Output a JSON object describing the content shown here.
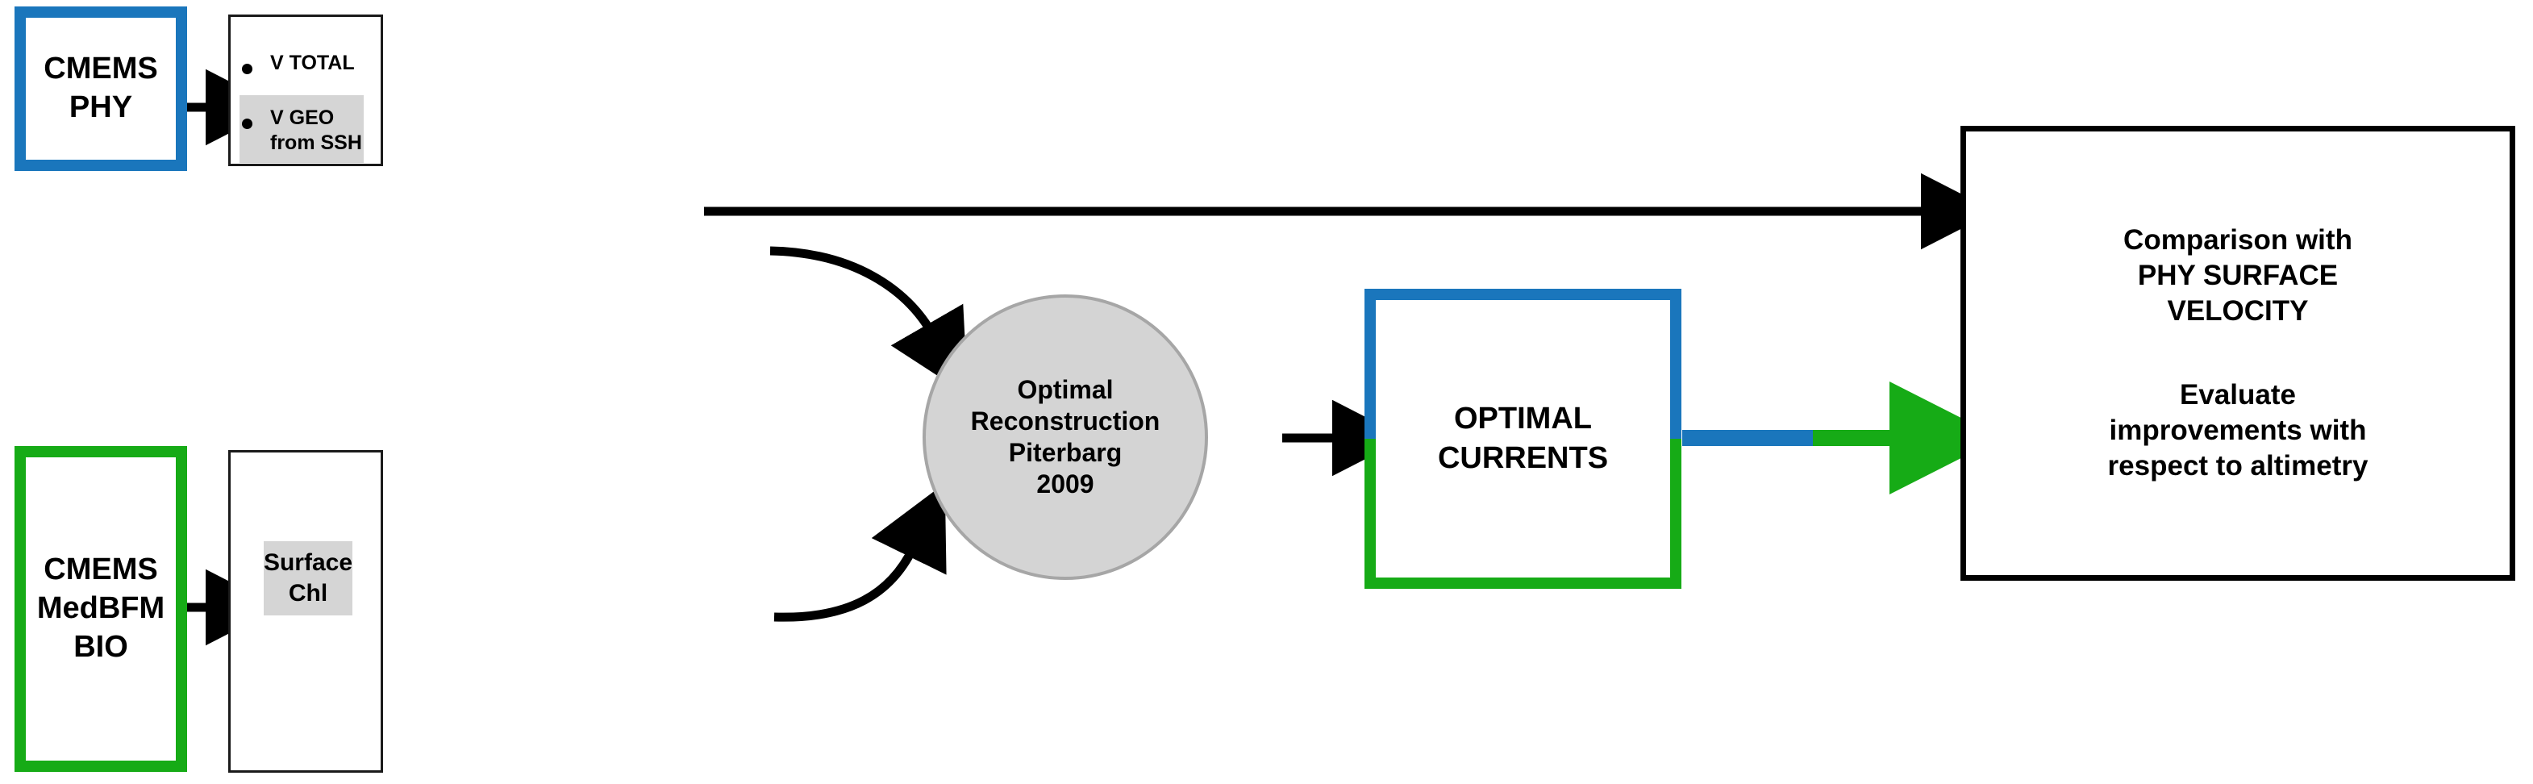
{
  "diagram": {
    "title": "Optimal Reconstruction of Surface Currents workflow",
    "colors": {
      "blue": "#1a76bc",
      "green": "#16ab16",
      "black": "#000000",
      "circle_fill": "#d4d4d4",
      "circle_stroke": "#a6a6a6",
      "highlight_gray": "#d5d5d5",
      "background": "#ffffff"
    }
  },
  "nodes": {
    "cmems_phy": {
      "label": "CMEMS\nPHY",
      "border_color": "#1a76bc"
    },
    "phy_outputs": {
      "items": [
        {
          "text": "V  TOTAL",
          "highlighted": false
        },
        {
          "text": "V GEO\nfrom SSH",
          "highlighted": true
        }
      ]
    },
    "cmems_bio": {
      "label": "CMEMS\nMedBFM\nBIO",
      "border_color": "#16ab16"
    },
    "bio_outputs": {
      "chip_label": "Surface\nChl",
      "highlighted": true
    },
    "reconstruction": {
      "label": "Optimal\nReconstruction\nPiterbarg\n2009",
      "fill": "#d4d4d4"
    },
    "optimal_currents": {
      "label": "OPTIMAL\nCURRENTS",
      "border_top_color": "#1a76bc",
      "border_bottom_color": "#16ab16"
    },
    "comparison": {
      "paragraph_1": "Comparison with\nPHY SURFACE\nVELOCITY",
      "paragraph_2": "Evaluate\nimprovements with\nrespect to altimetry",
      "border_color": "#000000"
    }
  },
  "connectors": [
    {
      "name": "phy-to-outputs",
      "style": "straight-arrow",
      "color": "#000000"
    },
    {
      "name": "vgeo-to-comparison",
      "style": "straight-arrow",
      "color": "#000000"
    },
    {
      "name": "vgeo-to-reconstruction",
      "style": "curved-arrow",
      "color": "#000000"
    },
    {
      "name": "bio-to-outputs",
      "style": "straight-arrow",
      "color": "#000000"
    },
    {
      "name": "chl-to-reconstruction",
      "style": "curved-arrow",
      "color": "#000000"
    },
    {
      "name": "reconstruction-to-optimal-currents",
      "style": "straight-arrow",
      "color": "#000000"
    },
    {
      "name": "optimal-currents-to-comparison",
      "style": "straight-arrow",
      "color": "#1a76bc / #16ab16"
    }
  ]
}
